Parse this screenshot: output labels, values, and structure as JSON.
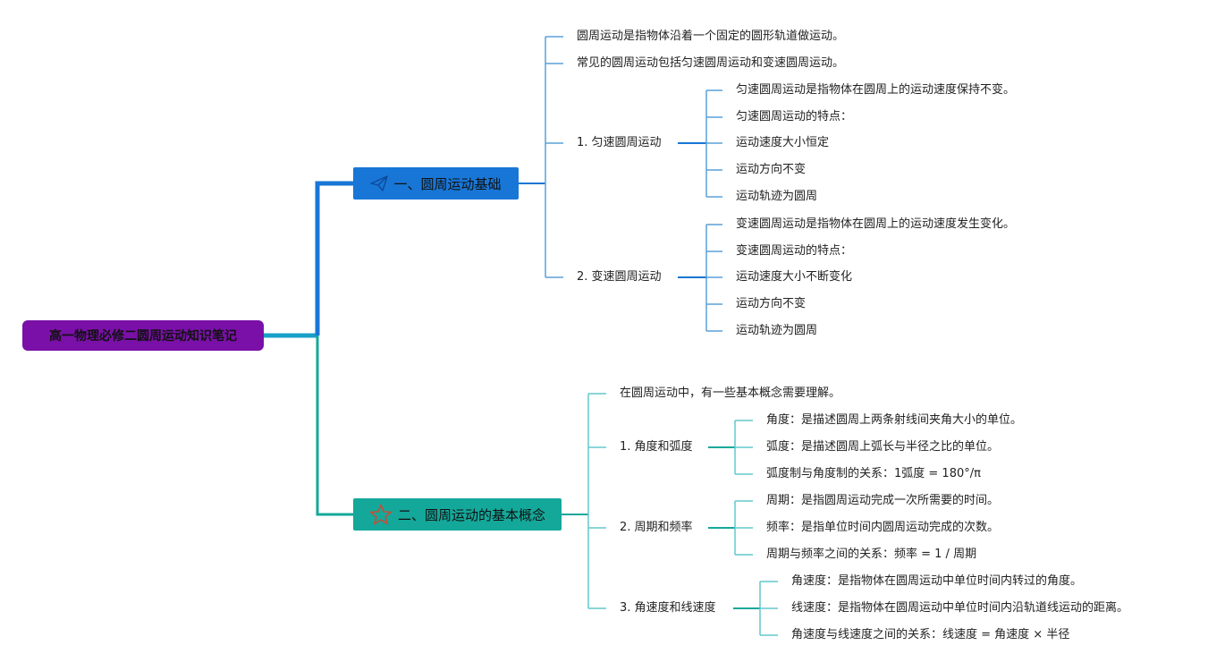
{
  "root": {
    "title": "高一物理必修二圆周运动知识笔记"
  },
  "branch1": {
    "title": "一、圆周运动基础",
    "icon": "paper-plane-icon",
    "color": "#1876d6",
    "intro": [
      "圆周运动是指物体沿着一个固定的圆形轨道做运动。",
      "常见的圆周运动包括匀速圆周运动和变速圆周运动。"
    ],
    "sub1": {
      "title": "1. 匀速圆周运动",
      "items": [
        "匀速圆周运动是指物体在圆周上的运动速度保持不变。",
        "匀速圆周运动的特点：",
        "运动速度大小恒定",
        "运动方向不变",
        "运动轨迹为圆周"
      ]
    },
    "sub2": {
      "title": "2. 变速圆周运动",
      "items": [
        "变速圆周运动是指物体在圆周上的运动速度发生变化。",
        "变速圆周运动的特点：",
        "运动速度大小不断变化",
        "运动方向不变",
        "运动轨迹为圆周"
      ]
    }
  },
  "branch2": {
    "title": "二、圆周运动的基本概念",
    "icon": "star-icon",
    "color": "#14a89a",
    "intro": "在圆周运动中，有一些基本概念需要理解。",
    "sub1": {
      "title": "1. 角度和弧度",
      "items": [
        "角度：是描述圆周上两条射线间夹角大小的单位。",
        "弧度：是描述圆周上弧长与半径之比的单位。",
        "弧度制与角度制的关系：1弧度 = 180°/π"
      ]
    },
    "sub2": {
      "title": "2. 周期和频率",
      "items": [
        "周期：是指圆周运动完成一次所需要的时间。",
        "频率：是指单位时间内圆周运动完成的次数。",
        "周期与频率之间的关系：频率 = 1 / 周期"
      ]
    },
    "sub3": {
      "title": "3. 角速度和线速度",
      "items": [
        "角速度：是指物体在圆周运动中单位时间内转过的角度。",
        "线速度：是指物体在圆周运动中单位时间内沿轨道线运动的距离。",
        "角速度与线速度之间的关系：线速度 = 角速度 × 半径"
      ]
    }
  },
  "colors": {
    "root": "#7a10a8",
    "line1": "#1876d6",
    "line2": "#14a89a",
    "thin1": "#5aa0d8",
    "thin2": "#62c8cc"
  }
}
